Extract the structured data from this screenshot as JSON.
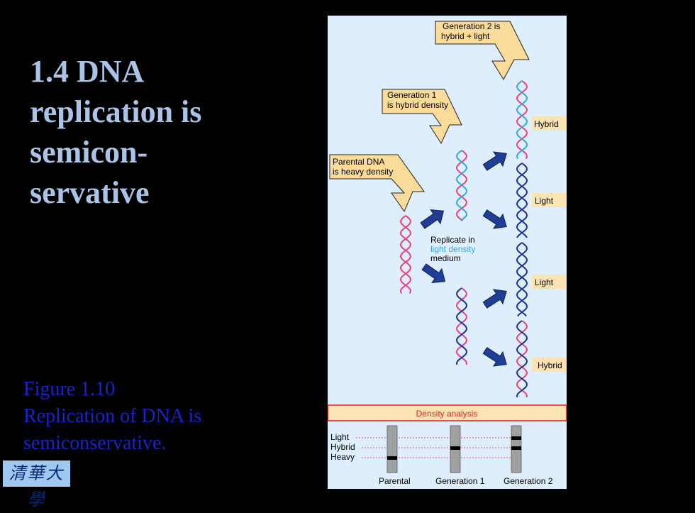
{
  "slide": {
    "title_lines": [
      "1.4 DNA",
      "replication is",
      "semicon-",
      "servative"
    ],
    "caption_lines": [
      "Figure 1.10",
      "Replication of DNA is",
      "semiconservative."
    ],
    "logo_text": "清華大學"
  },
  "figure": {
    "callouts": {
      "gen2": [
        "Generation 2 is",
        "hybrid + light"
      ],
      "gen1": [
        "Generation 1",
        "is hybrid density"
      ],
      "parental": [
        "Parental DNA",
        "is heavy density"
      ]
    },
    "medium_label": {
      "line1": "Replicate in",
      "line2": "light density",
      "line3": "medium"
    },
    "gen2_labels": [
      "Hybrid",
      "Light",
      "Light",
      "Hybrid"
    ],
    "density": {
      "header": "Density analysis",
      "row_labels": [
        "Light",
        "Hybrid",
        "Heavy"
      ],
      "column_labels": [
        "Parental",
        "Generation 1",
        "Generation 2"
      ]
    },
    "colors": {
      "heavy_strand": "#e8417a",
      "light_strand": "#1a2f9a",
      "hybrid_light": "#2fa8e0",
      "arrow": "#1e3f94",
      "callout": "#fadb9a",
      "label_bg": "#fbe3b3"
    }
  }
}
